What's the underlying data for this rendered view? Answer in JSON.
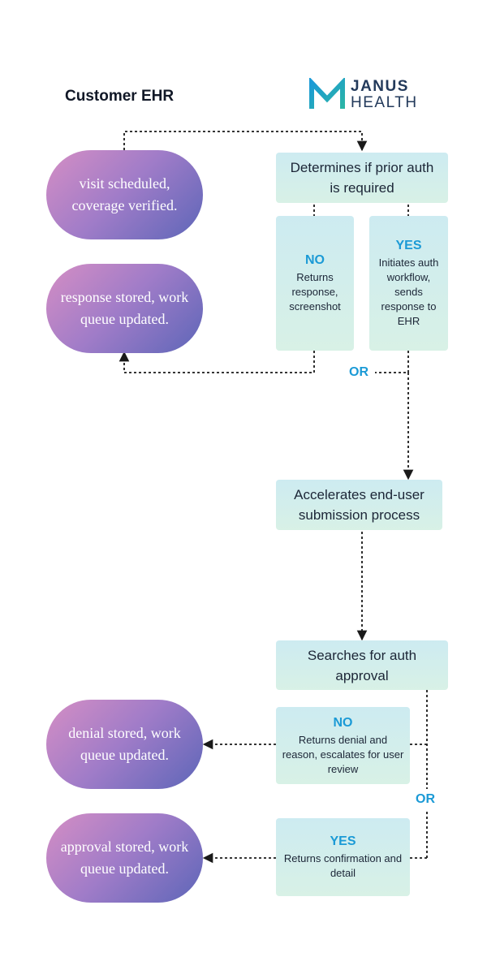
{
  "header": {
    "title": "Customer EHR"
  },
  "logo": {
    "line1": "JANUS",
    "line2": "HEALTH"
  },
  "colors": {
    "accent": "#1b9ad6",
    "pill_start": "#d58ec4",
    "pill_end": "#5d66b8",
    "box_top": "#cdebf1",
    "box_bottom": "#d8f1e6"
  },
  "pills": {
    "visit_scheduled": "visit scheduled, coverage verified.",
    "response_stored": "response stored, work queue updated.",
    "denial_stored": "denial stored, work queue updated.",
    "approval_stored": "approval stored, work queue updated."
  },
  "boxes": {
    "determines": "Determines if prior auth is required",
    "no_first": {
      "head": "NO",
      "body": "Returns response, screenshot"
    },
    "yes_first": {
      "head": "YES",
      "body": "Initiates auth workflow, sends response to EHR"
    },
    "accelerates": "Accelerates end-user submission process",
    "searches": "Searches for auth approval",
    "no_second": {
      "head": "NO",
      "body": "Returns denial and reason, escalates for user review"
    },
    "yes_second": {
      "head": "YES",
      "body": "Returns confirmation and detail"
    }
  },
  "or_labels": {
    "first": "OR",
    "second": "OR"
  }
}
